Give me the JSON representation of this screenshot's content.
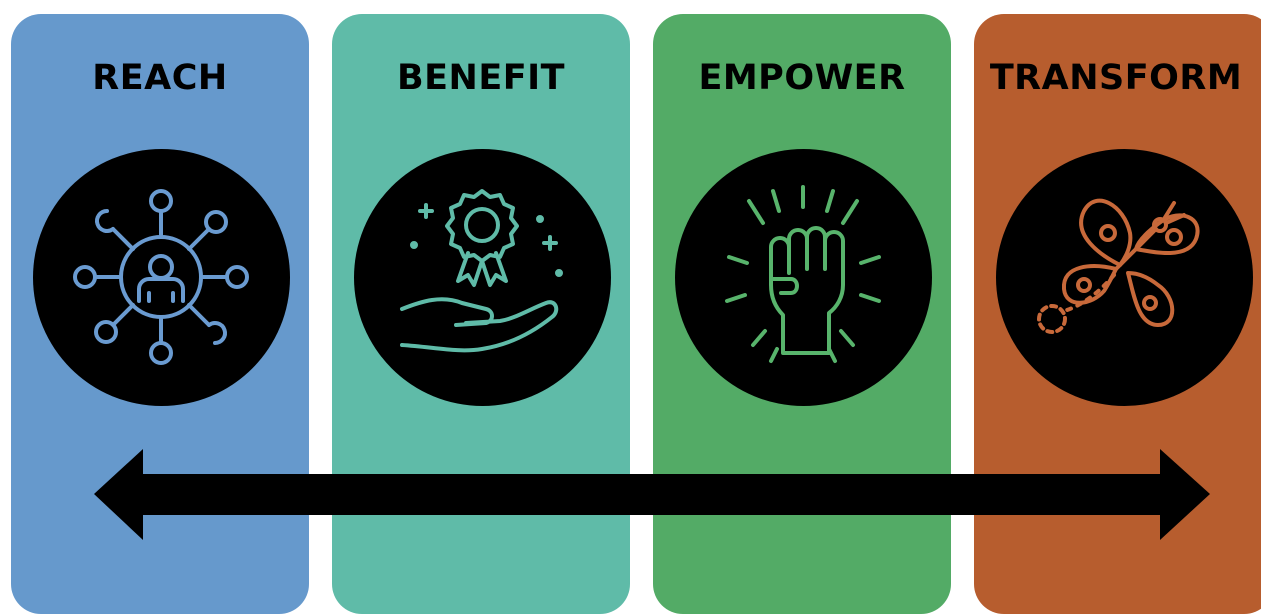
{
  "stages": [
    {
      "label": "REACH",
      "color": "#6699CC",
      "icon_color": "#6A9BD1",
      "icon": "network-person-icon"
    },
    {
      "label": "BENEFIT",
      "color": "#5FBBA8",
      "icon_color": "#5FBBA8",
      "icon": "hand-award-icon"
    },
    {
      "label": "EMPOWER",
      "color": "#53AB66",
      "icon_color": "#58B46C",
      "icon": "raised-fist-icon"
    },
    {
      "label": "TRANSFORM",
      "color": "#B75D2E",
      "icon_color": "#C8693A",
      "icon": "butterfly-icon"
    }
  ],
  "arrow": {
    "direction": "bidirectional",
    "color": "#000000"
  }
}
